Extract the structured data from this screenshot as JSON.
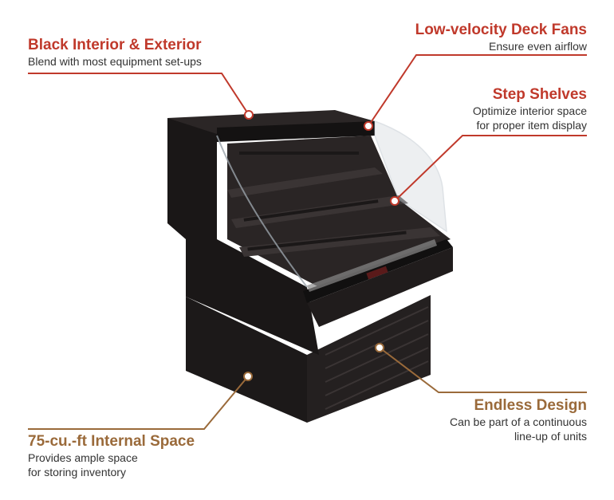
{
  "colors": {
    "red": "#c0392b",
    "brown": "#9a6a3a",
    "cabinet": "#1f1c1c",
    "cabinet_dark": "#141212",
    "cabinet_light": "#3a3434",
    "glass": "#d8dde2"
  },
  "callouts": {
    "black_interior": {
      "title": "Black Interior & Exterior",
      "desc": [
        "Blend with most equipment set-ups"
      ]
    },
    "deck_fans": {
      "title": "Low-velocity Deck Fans",
      "desc": [
        "Ensure even airflow"
      ]
    },
    "step_shelves": {
      "title": "Step Shelves",
      "desc": [
        "Optimize interior space",
        "for proper item display"
      ]
    },
    "endless_design": {
      "title": "Endless Design",
      "desc": [
        "Can be part of a continuous",
        "line-up of units"
      ]
    },
    "internal_space": {
      "title": "75-cu.-ft Internal Space",
      "desc": [
        "Provides ample space",
        "for storing inventory"
      ]
    }
  },
  "product": {
    "icons": [
      "refrigerated-merchandiser-image"
    ]
  }
}
